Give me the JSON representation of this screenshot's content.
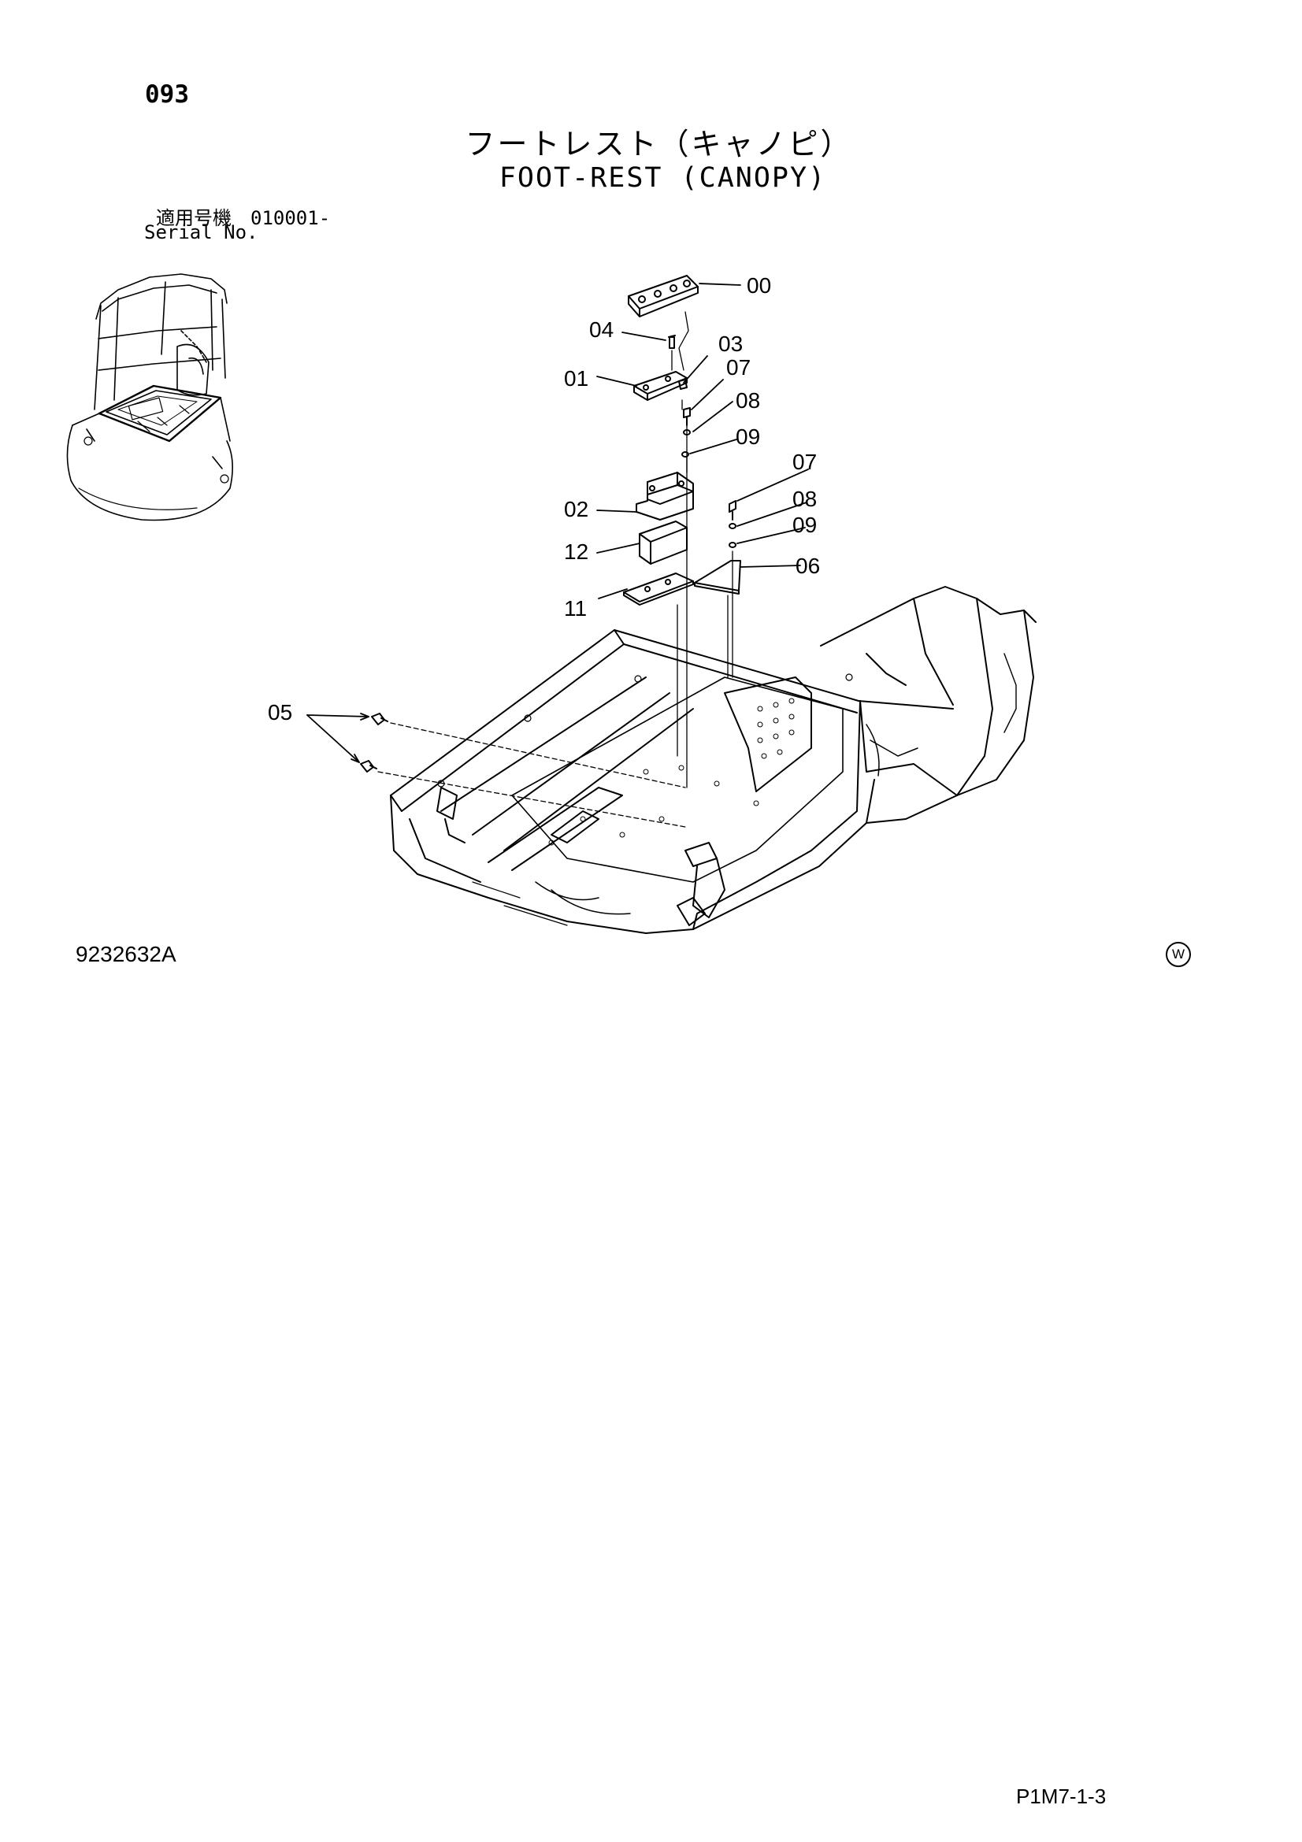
{
  "header": {
    "page_number": "093",
    "title_jp": "フートレスト（キャノピ）",
    "title_en": "FOOT-REST (CANOPY)",
    "serial_jp": "適用号機　010001-",
    "serial_en": "Serial No."
  },
  "callouts": {
    "c00": "00",
    "c01": "01",
    "c02": "02",
    "c03": "03",
    "c04": "04",
    "c05": "05",
    "c06": "06",
    "c07a": "07",
    "c07b": "07",
    "c08a": "08",
    "c08b": "08",
    "c09a": "09",
    "c09b": "09",
    "c11": "11",
    "c12": "12"
  },
  "footer": {
    "figure_code": "9232632A",
    "copyright_mark": "W",
    "page_ref": "P1M7-1-3"
  }
}
